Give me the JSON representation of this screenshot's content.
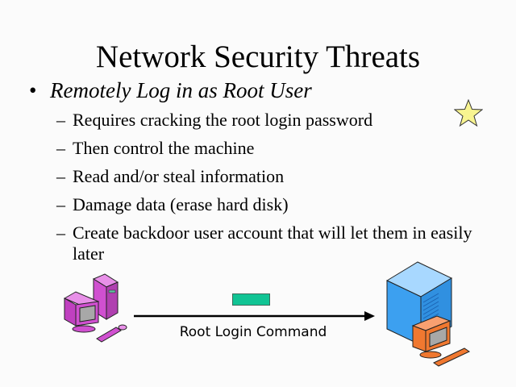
{
  "slide": {
    "title": "Network Security Threats",
    "bullet": "Remotely Log in as Root User",
    "bullet_marker": "•",
    "sub_marker": "–",
    "sub_items": [
      "Requires cracking the root login password",
      "Then control the machine",
      "Read and/or steal information",
      "Damage data (erase hard disk)",
      "Create backdoor user account that will let them in easily later"
    ]
  },
  "diagram": {
    "arrow_label": "Root Login Command",
    "source": "attacker-computer",
    "target": "server-computer",
    "colors": {
      "attacker": "#d050d0",
      "server": "#3ca0f0",
      "server_terminal": "#f07830",
      "packet": "#10c494",
      "star": "#f8f490"
    }
  }
}
